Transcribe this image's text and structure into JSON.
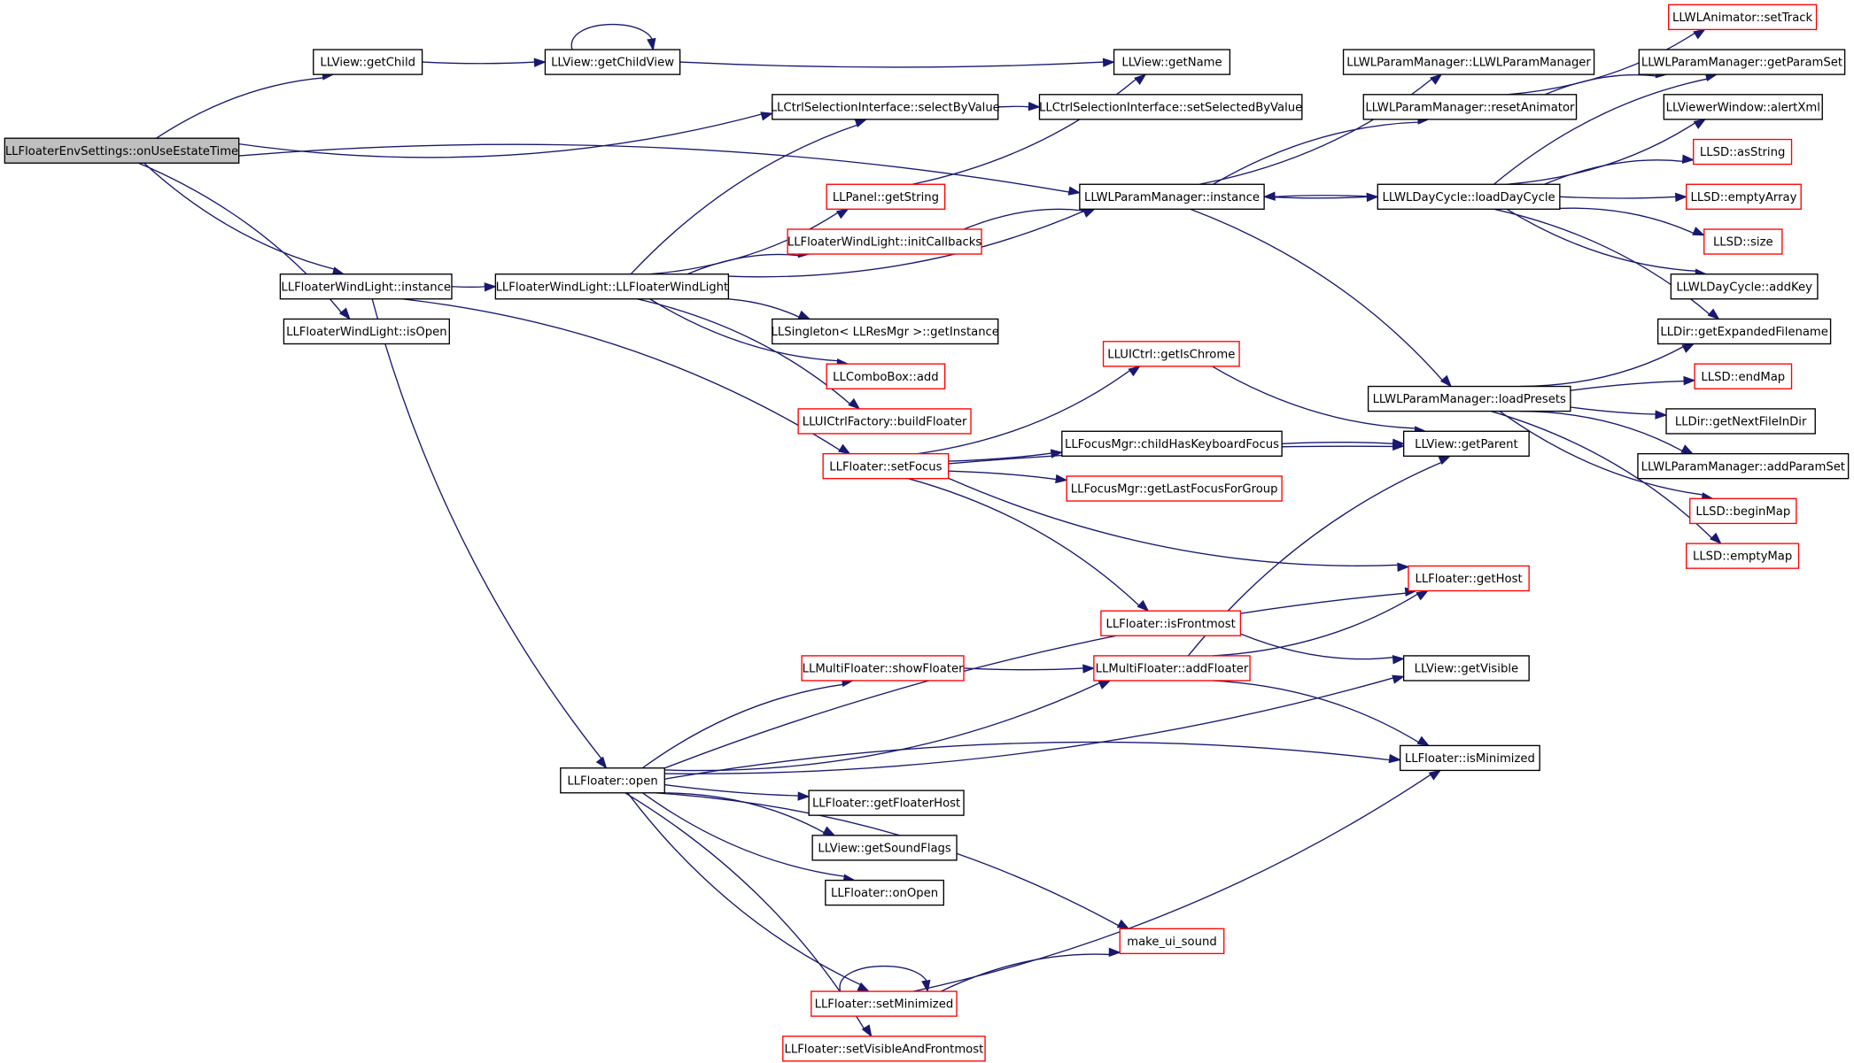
{
  "graph": {
    "colors": {
      "edge": "#191970",
      "root_fill": "#bfbfbf",
      "node_border": "#000000",
      "truncated_border": "#ff0000",
      "fill": "#ffffff"
    },
    "nodes": [
      {
        "id": "root",
        "label": "LLFloaterEnvSettings::onUseEstateTime",
        "kind": "root"
      },
      {
        "id": "getChild",
        "label": "LLView::getChild",
        "kind": "normal"
      },
      {
        "id": "getChildView",
        "label": "LLView::getChildView",
        "kind": "normal"
      },
      {
        "id": "getName",
        "label": "LLView::getName",
        "kind": "normal"
      },
      {
        "id": "selectByValue",
        "label": "LLCtrlSelectionInterface::selectByValue",
        "kind": "normal"
      },
      {
        "id": "setSelectedByValue",
        "label": "LLCtrlSelectionInterface::setSelectedByValue",
        "kind": "normal"
      },
      {
        "id": "wlpmCtor",
        "label": "LLWLParamManager::LLWLParamManager",
        "kind": "normal"
      },
      {
        "id": "resetAnimator",
        "label": "LLWLParamManager::resetAnimator",
        "kind": "normal"
      },
      {
        "id": "setTrack",
        "label": "LLWLAnimator::setTrack",
        "kind": "truncated"
      },
      {
        "id": "getParamSet",
        "label": "LLWLParamManager::getParamSet",
        "kind": "normal"
      },
      {
        "id": "alertXml",
        "label": "LLViewerWindow::alertXml",
        "kind": "normal"
      },
      {
        "id": "asString",
        "label": "LLSD::asString",
        "kind": "truncated"
      },
      {
        "id": "emptyArray",
        "label": "LLSD::emptyArray",
        "kind": "truncated"
      },
      {
        "id": "size",
        "label": "LLSD::size",
        "kind": "truncated"
      },
      {
        "id": "addKey",
        "label": "LLWLDayCycle::addKey",
        "kind": "normal"
      },
      {
        "id": "getExpanded",
        "label": "LLDir::getExpandedFilename",
        "kind": "normal"
      },
      {
        "id": "endMap",
        "label": "LLSD::endMap",
        "kind": "truncated"
      },
      {
        "id": "getNextFile",
        "label": "LLDir::getNextFileInDir",
        "kind": "normal"
      },
      {
        "id": "addParamSet",
        "label": "LLWLParamManager::addParamSet",
        "kind": "normal"
      },
      {
        "id": "beginMap",
        "label": "LLSD::beginMap",
        "kind": "truncated"
      },
      {
        "id": "emptyMap",
        "label": "LLSD::emptyMap",
        "kind": "truncated"
      },
      {
        "id": "getString",
        "label": "LLPanel::getString",
        "kind": "truncated"
      },
      {
        "id": "wlpmInstance",
        "label": "LLWLParamManager::instance",
        "kind": "normal"
      },
      {
        "id": "loadDayCycle",
        "label": "LLWLDayCycle::loadDayCycle",
        "kind": "normal"
      },
      {
        "id": "initCallbacks",
        "label": "LLFloaterWindLight::initCallbacks",
        "kind": "truncated"
      },
      {
        "id": "fwlInstance",
        "label": "LLFloaterWindLight::instance",
        "kind": "normal"
      },
      {
        "id": "fwlCtor",
        "label": "LLFloaterWindLight::LLFloaterWindLight",
        "kind": "normal"
      },
      {
        "id": "isOpen",
        "label": "LLFloaterWindLight::isOpen",
        "kind": "normal"
      },
      {
        "id": "getInstance",
        "label": "LLSingleton< LLResMgr >::getInstance",
        "kind": "normal"
      },
      {
        "id": "comboAdd",
        "label": "LLComboBox::add",
        "kind": "truncated"
      },
      {
        "id": "buildFloater",
        "label": "LLUICtrlFactory::buildFloater",
        "kind": "truncated"
      },
      {
        "id": "getIsChrome",
        "label": "LLUICtrl::getIsChrome",
        "kind": "truncated"
      },
      {
        "id": "loadPresets",
        "label": "LLWLParamManager::loadPresets",
        "kind": "normal"
      },
      {
        "id": "childHasKbd",
        "label": "LLFocusMgr::childHasKeyboardFocus",
        "kind": "normal"
      },
      {
        "id": "getParent",
        "label": "LLView::getParent",
        "kind": "normal"
      },
      {
        "id": "setFocus",
        "label": "LLFloater::setFocus",
        "kind": "truncated"
      },
      {
        "id": "getLastFocus",
        "label": "LLFocusMgr::getLastFocusForGroup",
        "kind": "truncated"
      },
      {
        "id": "getHost",
        "label": "LLFloater::getHost",
        "kind": "truncated"
      },
      {
        "id": "isFrontmost",
        "label": "LLFloater::isFrontmost",
        "kind": "truncated"
      },
      {
        "id": "showFloater",
        "label": "LLMultiFloater::showFloater",
        "kind": "truncated"
      },
      {
        "id": "addFloater",
        "label": "LLMultiFloater::addFloater",
        "kind": "truncated"
      },
      {
        "id": "getVisible",
        "label": "LLView::getVisible",
        "kind": "normal"
      },
      {
        "id": "open",
        "label": "LLFloater::open",
        "kind": "normal"
      },
      {
        "id": "isMinimized",
        "label": "LLFloater::isMinimized",
        "kind": "normal"
      },
      {
        "id": "getFloaterHost",
        "label": "LLFloater::getFloaterHost",
        "kind": "normal"
      },
      {
        "id": "getSoundFlags",
        "label": "LLView::getSoundFlags",
        "kind": "normal"
      },
      {
        "id": "onOpen",
        "label": "LLFloater::onOpen",
        "kind": "normal"
      },
      {
        "id": "makeUiSound",
        "label": "make_ui_sound",
        "kind": "truncated"
      },
      {
        "id": "setMinimized",
        "label": "LLFloater::setMinimized",
        "kind": "truncated"
      },
      {
        "id": "setVisibleFront",
        "label": "LLFloater::setVisibleAndFrontmost",
        "kind": "truncated"
      }
    ],
    "edges": [
      [
        "root",
        "getChild"
      ],
      [
        "root",
        "selectByValue"
      ],
      [
        "root",
        "wlpmInstance"
      ],
      [
        "root",
        "fwlInstance"
      ],
      [
        "root",
        "isOpen"
      ],
      [
        "getChild",
        "getChildView"
      ],
      [
        "getChildView",
        "getChildView"
      ],
      [
        "getChildView",
        "getName"
      ],
      [
        "selectByValue",
        "setSelectedByValue"
      ],
      [
        "fwlInstance",
        "fwlCtor"
      ],
      [
        "fwlInstance",
        "setFocus"
      ],
      [
        "fwlInstance",
        "open"
      ],
      [
        "fwlCtor",
        "selectByValue"
      ],
      [
        "fwlCtor",
        "getString"
      ],
      [
        "fwlCtor",
        "initCallbacks"
      ],
      [
        "fwlCtor",
        "wlpmInstance"
      ],
      [
        "fwlCtor",
        "getInstance"
      ],
      [
        "fwlCtor",
        "comboAdd"
      ],
      [
        "fwlCtor",
        "buildFloater"
      ],
      [
        "getString",
        "getName"
      ],
      [
        "initCallbacks",
        "wlpmInstance"
      ],
      [
        "wlpmInstance",
        "wlpmCtor"
      ],
      [
        "wlpmInstance",
        "resetAnimator"
      ],
      [
        "wlpmInstance",
        "loadDayCycle"
      ],
      [
        "wlpmInstance",
        "loadPresets"
      ],
      [
        "resetAnimator",
        "setTrack"
      ],
      [
        "resetAnimator",
        "getParamSet"
      ],
      [
        "loadDayCycle",
        "wlpmInstance"
      ],
      [
        "loadDayCycle",
        "getParamSet"
      ],
      [
        "loadDayCycle",
        "alertXml"
      ],
      [
        "loadDayCycle",
        "asString"
      ],
      [
        "loadDayCycle",
        "emptyArray"
      ],
      [
        "loadDayCycle",
        "size"
      ],
      [
        "loadDayCycle",
        "addKey"
      ],
      [
        "loadDayCycle",
        "getExpanded"
      ],
      [
        "loadPresets",
        "getExpanded"
      ],
      [
        "loadPresets",
        "endMap"
      ],
      [
        "loadPresets",
        "getNextFile"
      ],
      [
        "loadPresets",
        "addParamSet"
      ],
      [
        "loadPresets",
        "beginMap"
      ],
      [
        "loadPresets",
        "emptyMap"
      ],
      [
        "setFocus",
        "getIsChrome"
      ],
      [
        "setFocus",
        "getParent"
      ],
      [
        "setFocus",
        "childHasKbd"
      ],
      [
        "setFocus",
        "getLastFocus"
      ],
      [
        "setFocus",
        "getHost"
      ],
      [
        "setFocus",
        "isFrontmost"
      ],
      [
        "getIsChrome",
        "getParent"
      ],
      [
        "childHasKbd",
        "getParent"
      ],
      [
        "isFrontmost",
        "getVisible"
      ],
      [
        "addFloater",
        "getParent"
      ],
      [
        "addFloater",
        "getHost"
      ],
      [
        "addFloater",
        "isMinimized"
      ],
      [
        "showFloater",
        "addFloater"
      ],
      [
        "open",
        "getHost"
      ],
      [
        "open",
        "addFloater"
      ],
      [
        "open",
        "showFloater"
      ],
      [
        "open",
        "getVisible"
      ],
      [
        "open",
        "isMinimized"
      ],
      [
        "open",
        "getFloaterHost"
      ],
      [
        "open",
        "getSoundFlags"
      ],
      [
        "open",
        "onOpen"
      ],
      [
        "open",
        "makeUiSound"
      ],
      [
        "open",
        "setMinimized"
      ],
      [
        "open",
        "setVisibleFront"
      ],
      [
        "setMinimized",
        "setMinimized"
      ],
      [
        "setMinimized",
        "makeUiSound"
      ],
      [
        "setMinimized",
        "isMinimized"
      ]
    ]
  }
}
